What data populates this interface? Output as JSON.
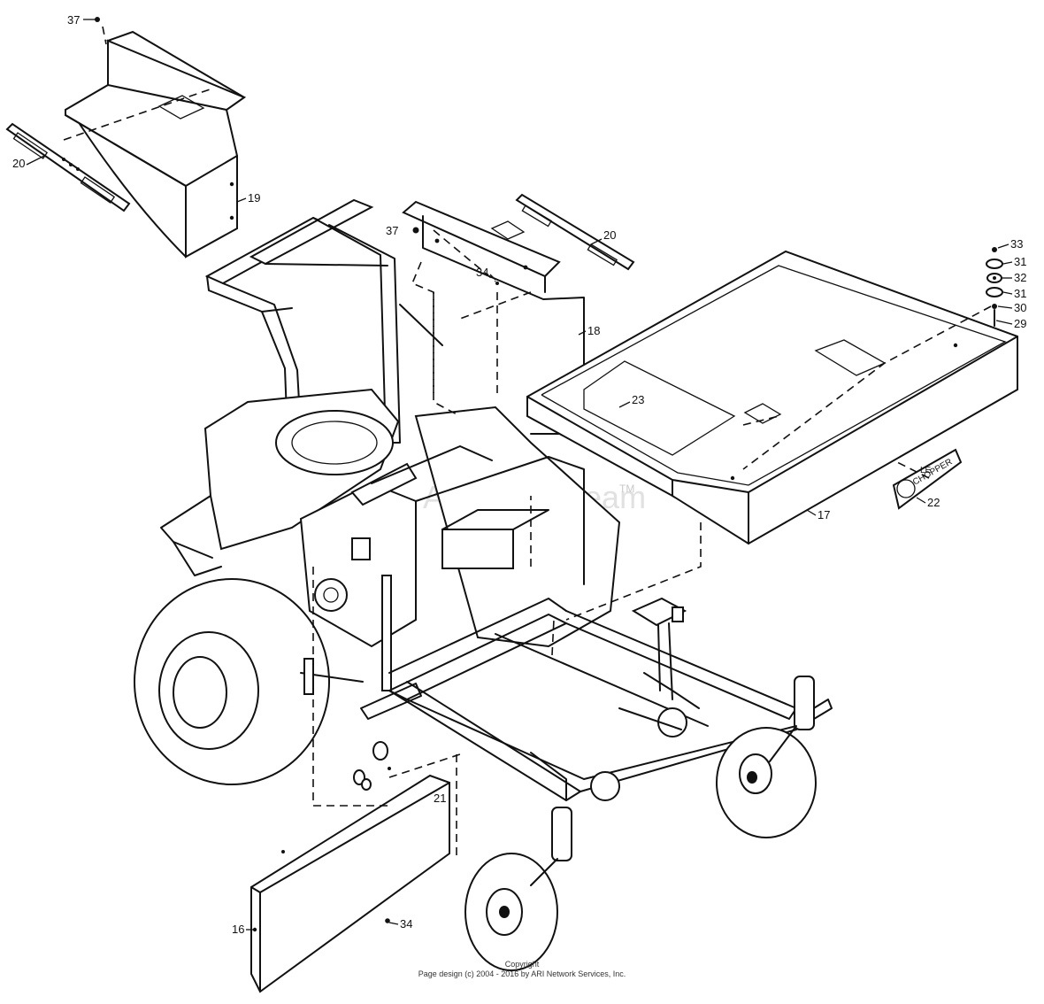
{
  "callouts": {
    "c37a": "37",
    "c20a": "20",
    "c19": "19",
    "c37b": "37",
    "c20b": "20",
    "c34a": "34",
    "c18": "18",
    "c33": "33",
    "c31a": "31",
    "c32": "32",
    "c31b": "31",
    "c30": "30",
    "c29": "29",
    "c23": "23",
    "c17": "17",
    "c22": "22",
    "c21": "21",
    "c16": "16",
    "c34b": "34"
  },
  "decal": {
    "line1": "LE",
    "line2": "CHOPPER"
  },
  "watermark": {
    "text": "ARI PartStream",
    "tm": "TM"
  },
  "footer": {
    "line1": "Copyright",
    "line2": "Page design (c) 2004 - 2016 by ARI Network Services, Inc."
  }
}
